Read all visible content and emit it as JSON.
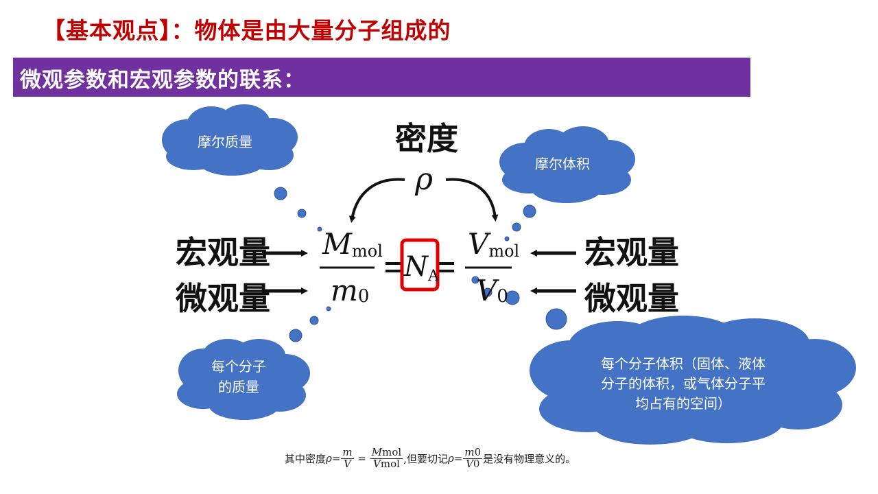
{
  "title": "【基本观点】：物体是由大量分子组成的",
  "banner": "微观参数和宏观参数的联系：",
  "diagram": {
    "density_label": "密度",
    "rho": "ρ",
    "macro_left": "宏观量",
    "micro_left": "微观量",
    "macro_right": "宏观量",
    "micro_right": "微观量",
    "M_main": "M",
    "M_sub": "mol",
    "m_main": "m",
    "m_sub": "0",
    "NA_main": "N",
    "NA_sub": "A",
    "V_main": "V",
    "V_sub": "mol",
    "V0_main": "V",
    "V0_sub": "0",
    "highlight_color": "#e00000"
  },
  "clouds": {
    "molar_mass": "摩尔质量",
    "molar_volume": "摩尔体积",
    "molecule_mass_l1": "每个分子",
    "molecule_mass_l2": "的质量",
    "molecule_volume_l1": "每个分子体积（固体、液体",
    "molecule_volume_l2": "分子的体积，或气体分子平",
    "molecule_volume_l3": "均占有的空间）",
    "fill_color": "#4472c4",
    "stroke_color": "#2f5597"
  },
  "footnote": {
    "prefix": "其中密度",
    "rho": "ρ",
    "eq": "=",
    "f1_num": "m",
    "f1_den": "V",
    "eq2": " = ",
    "f2_num": "M",
    "f2_num_sub": "mol",
    "f2_den": "V",
    "f2_den_sub": "mol",
    "middle": ",但要切记",
    "f3_num": "m",
    "f3_num_sub": "0",
    "f3_den": "V",
    "f3_den_sub": "0",
    "suffix": "是没有物理意义的。"
  }
}
